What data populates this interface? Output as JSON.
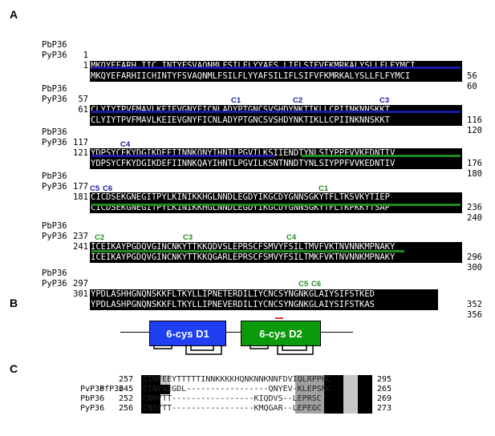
{
  "labels": {
    "a": "A",
    "b": "B",
    "c": "C"
  },
  "panelA": {
    "blocks": [
      {
        "rows": [
          {
            "name": "PbP36",
            "start": "1",
            "end": "56",
            "seq": "MKQYEFARH IIC INTYFSVAQNMLFSILFLYYAFS LIFLSIFVFKMRKALYSLLFLFYMCI"
          },
          {
            "name": "PyP36",
            "start": "1",
            "end": "60",
            "seq": "MKQYEFARHIICHINTYFSVAQNMLFSILFLYYAFSILIFLSIFVFKMRKALYSLLFLFYMCI"
          }
        ]
      },
      {
        "rows": [
          {
            "name": "PbP36",
            "start": "57",
            "end": "116",
            "seq": "CLYIYTPVFMAVLKEIEVGNYFICNLADYPTGNCSVSHDYNKTIKLLCPIINKNNSKKT"
          },
          {
            "name": "PyP36",
            "start": "61",
            "end": "120",
            "seq": "CLYIYTPVFMAVLKEIEVGNYFICNLADYPTGNCSVSHDYNKTIKLLCPIINKNNSKKT"
          }
        ],
        "labels": [
          "C1",
          "C2",
          "C3"
        ]
      },
      {
        "rows": [
          {
            "name": "PbP36",
            "start": "117",
            "end": "176",
            "seq": "YDPSYCFKYDGIKDEFIINNKQNYIHNTLPGVILKSIIENDTYNLSIYPPFVVKEDNTIV"
          },
          {
            "name": "PyP36",
            "start": "121",
            "end": "180",
            "seq": "YDPSYCFKYDGIKDEFIINNKQAYIHNTLPGVILKSNTNNDTYNLSIYPPFVVKEDNTIV"
          }
        ],
        "labels": [
          "C4"
        ]
      },
      {
        "rows": [
          {
            "name": "PbP36",
            "start": "177",
            "end": "236",
            "seq": "CICDSEKGNEGITPYLKINIKKHGLNNDLEGDYIKGCDYGNNSGKYTFLTKSVKYTIEP"
          },
          {
            "name": "PyP36",
            "start": "181",
            "end": "240",
            "seq": "CICDSEKGNEGITPYLKINIKKHGLNNDLEGDYIKGCDYGNNSGKYTFLTKPKKYTSAP"
          }
        ],
        "labels": [
          "C5",
          "C6",
          "C1"
        ]
      },
      {
        "rows": [
          {
            "name": "PbP36",
            "start": "237",
            "end": "296",
            "seq": "ICEIKAYPGDQVGINCNKYTTKKQDVSLEPRSCFSMVYFSILTMVFVKTNVNNKMPNAKY"
          },
          {
            "name": "PyP36",
            "start": "241",
            "end": "300",
            "seq": "ICEIKAYPGDQVGINCNKYTTKKQGARLEPRSCFSMVYFSILTMKFVKTNVNNKMPNAKY"
          }
        ],
        "labels": [
          "C2",
          "C3",
          "C4"
        ]
      },
      {
        "rows": [
          {
            "name": "PbP36",
            "start": "297",
            "end": "352",
            "seq": "YPDLASHHGNQNSKKFLTKYLLIPNETERDILIYCNCSYNGNKGLAIYSIFSTKED"
          },
          {
            "name": "PyP36",
            "start": "301",
            "end": "356",
            "seq": "YPDLASHPGNQNSKKFLTKYLLIPNEVERDILIYCNCSYNGNKGLAIYSIFSTKAS"
          }
        ],
        "labels": [
          "C5",
          "C6"
        ]
      }
    ]
  },
  "panelB": {
    "d1": "6-cys D1",
    "d2": "6-cys D2"
  },
  "panelC": {
    "rows": [
      {
        "name": "PfP36",
        "start": "257",
        "seq": "CINFEEYTTTTTINNKKKKHQNKNNKNNFDVIQLRPPHC",
        "end": "295"
      },
      {
        "name": "PvP36",
        "start": "245",
        "seq": "CINYNEGDL-----------------QNYEV-KLEPSNC",
        "end": "265"
      },
      {
        "name": "PbP36",
        "start": "252",
        "seq": "CNNYTT-----------------KIQDVS--LEPRSC",
        "end": "269"
      },
      {
        "name": "PyP36",
        "start": "256",
        "seq": "CNSYTT-----------------KMQGAR--LEPEGC",
        "end": "273"
      }
    ]
  }
}
